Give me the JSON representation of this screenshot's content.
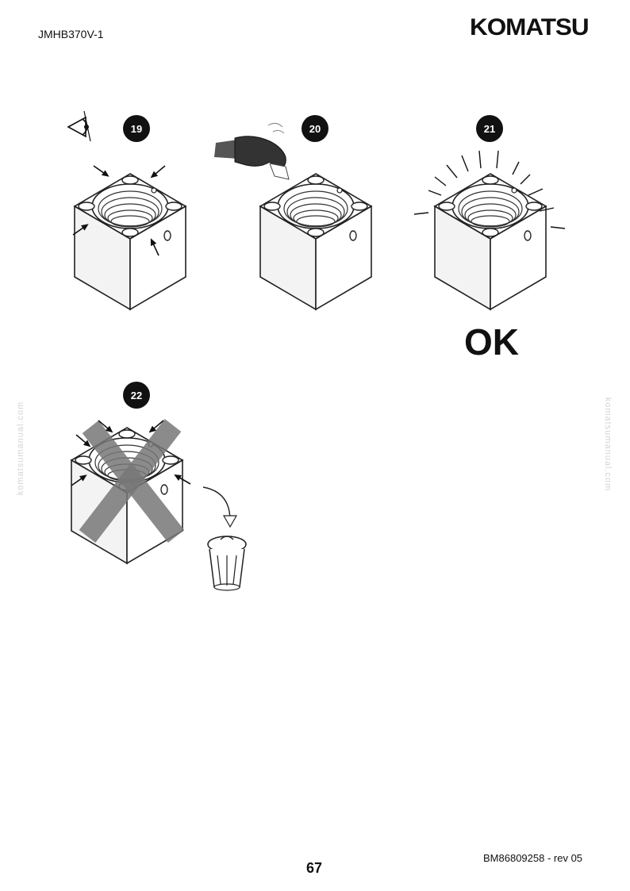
{
  "header": {
    "doc_code": "JMHB370V-1",
    "brand": "KOMATSU"
  },
  "steps": [
    {
      "number": "19"
    },
    {
      "number": "20"
    },
    {
      "number": "21",
      "result": "OK"
    },
    {
      "number": "22"
    }
  ],
  "watermark": "komatsumanual.com",
  "footer": {
    "reference": "BM86809258 - rev 05",
    "page_number": "67"
  }
}
